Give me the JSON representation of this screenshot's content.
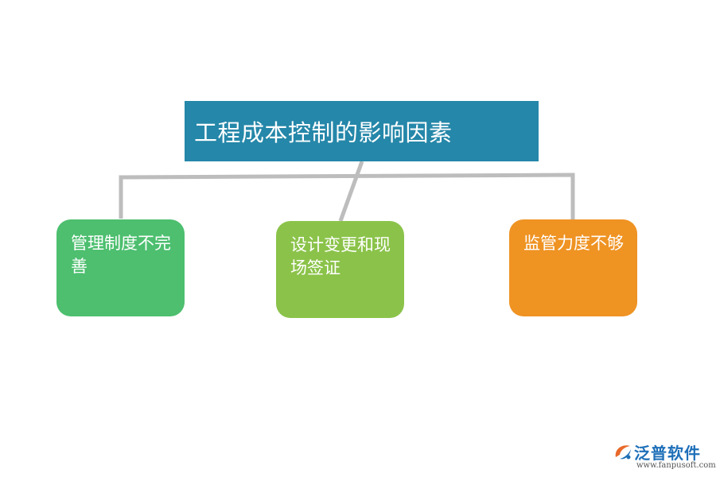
{
  "diagram": {
    "title": "工程成本控制的影响因素",
    "nodes": [
      {
        "label": "管理制度不完善",
        "color": "#4dbf6f"
      },
      {
        "label": "设计变更和现场签证",
        "color": "#8bc34a"
      },
      {
        "label": "监管力度不够",
        "color": "#ef9323"
      }
    ],
    "connector_color": "#bdbdbd",
    "title_color": "#2587a9"
  },
  "watermark": {
    "brand": "泛普软件",
    "url": "www.fanpusoft.com",
    "icon": "fanpu-logo-icon"
  }
}
